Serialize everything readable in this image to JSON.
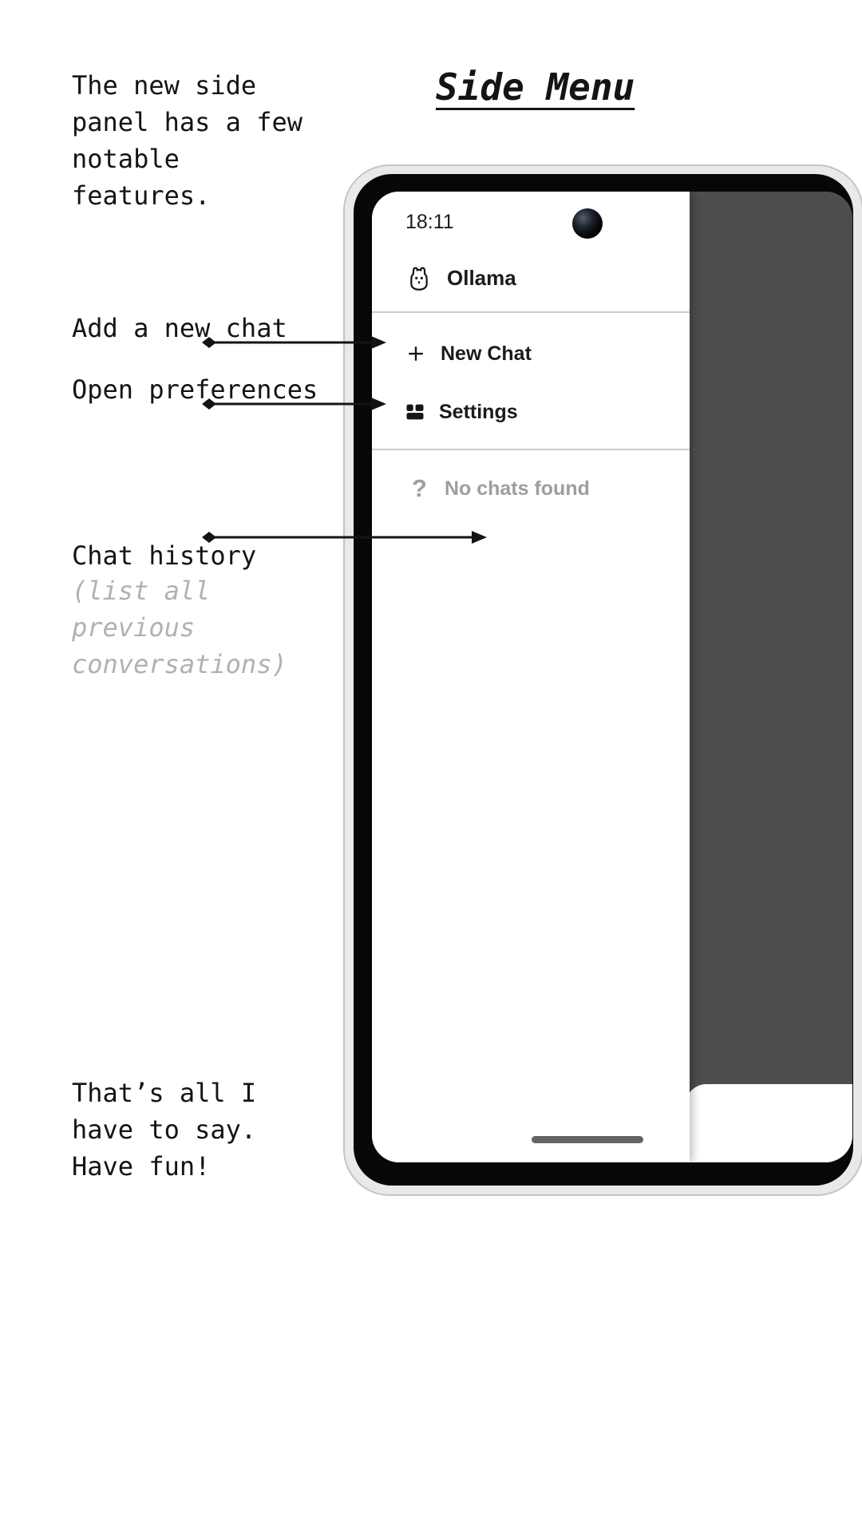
{
  "annotations": {
    "intro": "The new side\npanel has a few\nnotable\nfeatures.",
    "title": "Side Menu",
    "add_chat": "Add a new chat",
    "open_preferences": "Open preferences",
    "chat_history": "Chat history",
    "chat_history_note": "(list all\nprevious\nconversations)",
    "outro": "That’s all I\nhave to say.\nHave fun!"
  },
  "phone": {
    "status": {
      "time": "18:11"
    },
    "drawer": {
      "app": {
        "name": "Ollama",
        "icon": "llama-icon"
      },
      "menu": [
        {
          "label": "New Chat",
          "icon": "plus-icon"
        },
        {
          "label": "Settings",
          "icon": "settings-icon"
        }
      ],
      "empty": {
        "label": "No chats found",
        "icon": "question-icon",
        "glyph": "?"
      }
    }
  },
  "colors": {
    "scrim": "#4d4d4d",
    "muted_ui_text": "#9e9e9e",
    "muted_annotation": "#b1b1b1",
    "ink": "#141414",
    "frame": "#e9e9e9"
  }
}
